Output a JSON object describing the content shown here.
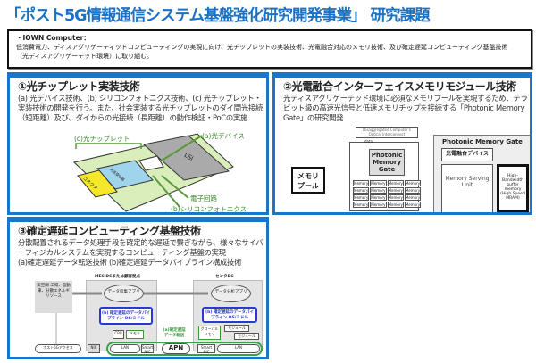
{
  "title": "「ポスト5G情報通信システム基盤強化研究開発事業」 研究課題",
  "summary": {
    "heading": "・IOWN Computer：",
    "line1": "低消費電力、ディスアグリゲーティッドコンピューティングの実現に向け、光チップレットの実装技術、光電融合対応のメモリ技術、及び確定遅延コンピューティング基盤技術",
    "line2": "（光ディスアグリゲーテッド環境）に取り組む。"
  },
  "panel1": {
    "heading": "①光チップレット実装技術",
    "text": "(a) 光デバイス技術、(b) シリコンフォトニクス技術、(c) 光チップレット・実装技術の開発を行う。また、社会実装する光チップレットのダイ間光接続（短距離）及び、ダイからの光接続（長距離）の動作検証・PoCの実施",
    "labels": {
      "chiplet": "(c)光チップレット",
      "device": "(a)光デバイス",
      "circuit": "電子回路",
      "siph": "(b)シリコンフォトニクス",
      "lsi": "LSI",
      "connector": "コネクタ",
      "chip": "光送受信器"
    }
  },
  "panel2": {
    "heading": "②光電融合インターフェイスメモリモジュール技術",
    "text": "光ディスアグリゲーテッド環境に必須なメモリプールを実現するため、テラビット級の高速光信号と低速メモリチップを接続する「Photonic Memory Gate」の研究開発",
    "diagram": {
      "interconnect": "Disaggregated Computer's Optical Interconnect",
      "data": "data",
      "pmg": "Photonic Memory Gate",
      "pool": "メモリプール",
      "memory": "Memory",
      "pmg_title": "Photonic Memory Gate",
      "device": "光電融合デバイス",
      "msu": "Memory Serving Unit",
      "hbm": "High-Bandwidth buffer memory (High Speed MRAM)"
    }
  },
  "panel3": {
    "heading": "③確定遅延コンピューティング基盤技術",
    "text": "分散配置されるデータ処理手段を確定的な遅延で繋ぎながら、様々なサイバーフィジカルシステムを実現するコンピューティング基盤の実現",
    "text2": "(a)確定遅延データ転送技術 (b)確定遅延データパイプライン構成技術",
    "diagram": {
      "mec": "MEC DCまたは顧客拠点",
      "center": "センタDC",
      "real": "実空間 工場、自動車、分散エネルギリソース",
      "collect": "データ収集アプリ",
      "analyze": "データ分析アプリ",
      "pipeline": "(b) 確定遅延のデータパイプライン OS/ミドル",
      "cpu": "CPU",
      "mem": "メモリ",
      "transfer": "(a)確定遅延データ転送",
      "global_mem": "グローバルメモリ",
      "module": "モジュール",
      "access": "ポスト5Gアクセス",
      "nic": "NIC",
      "lan": "LAN",
      "smartnic": "Smart NIC",
      "apn": "APN"
    }
  }
}
